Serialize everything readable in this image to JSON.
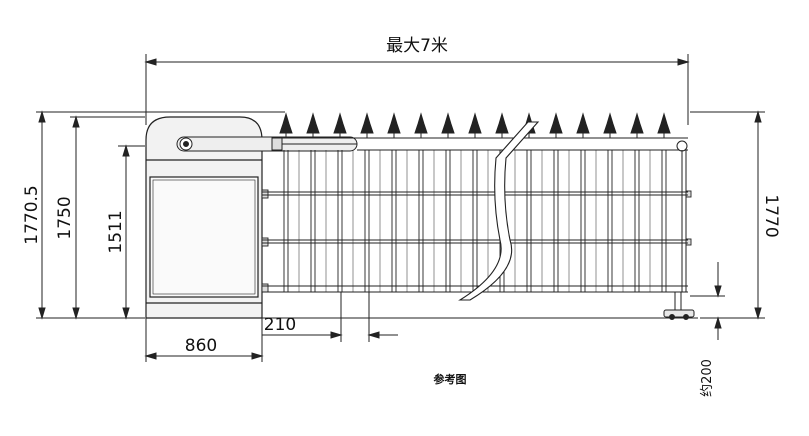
{
  "drawing": {
    "dimensions": {
      "max_length": "最大7米",
      "height_total": "1770.5",
      "height_housing": "1750",
      "height_cabinet": "1511",
      "height_right": "1770",
      "width_cabinet": "860",
      "gap_spacing": "210",
      "ground_clearance": "约200"
    },
    "caption": "参考图",
    "colors": {
      "line": "#222222",
      "housing_fill": "#f2f2f2",
      "panel_fill": "#fafafa"
    }
  }
}
